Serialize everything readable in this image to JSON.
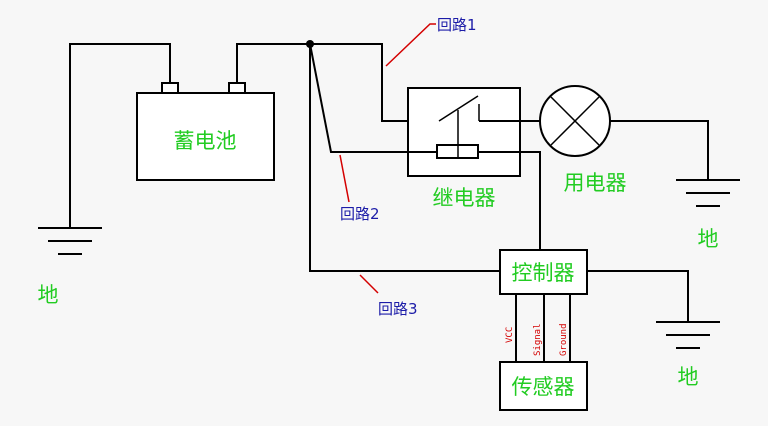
{
  "components": {
    "battery": "蓄电池",
    "relay": "继电器",
    "load": "用电器",
    "controller": "控制器",
    "sensor": "传感器"
  },
  "grounds": {
    "left": "地",
    "load": "地",
    "controller": "地"
  },
  "loops": {
    "loop1": "回路1",
    "loop2": "回路2",
    "loop3": "回路3"
  },
  "sensor_pins": {
    "vcc": "VCC",
    "signal": "Signal",
    "ground": "Ground"
  },
  "colors": {
    "component_label": "#22cc22",
    "loop_label": "#1c1ca8",
    "leader_and_pins": "#d40000",
    "wire": "#000000"
  }
}
